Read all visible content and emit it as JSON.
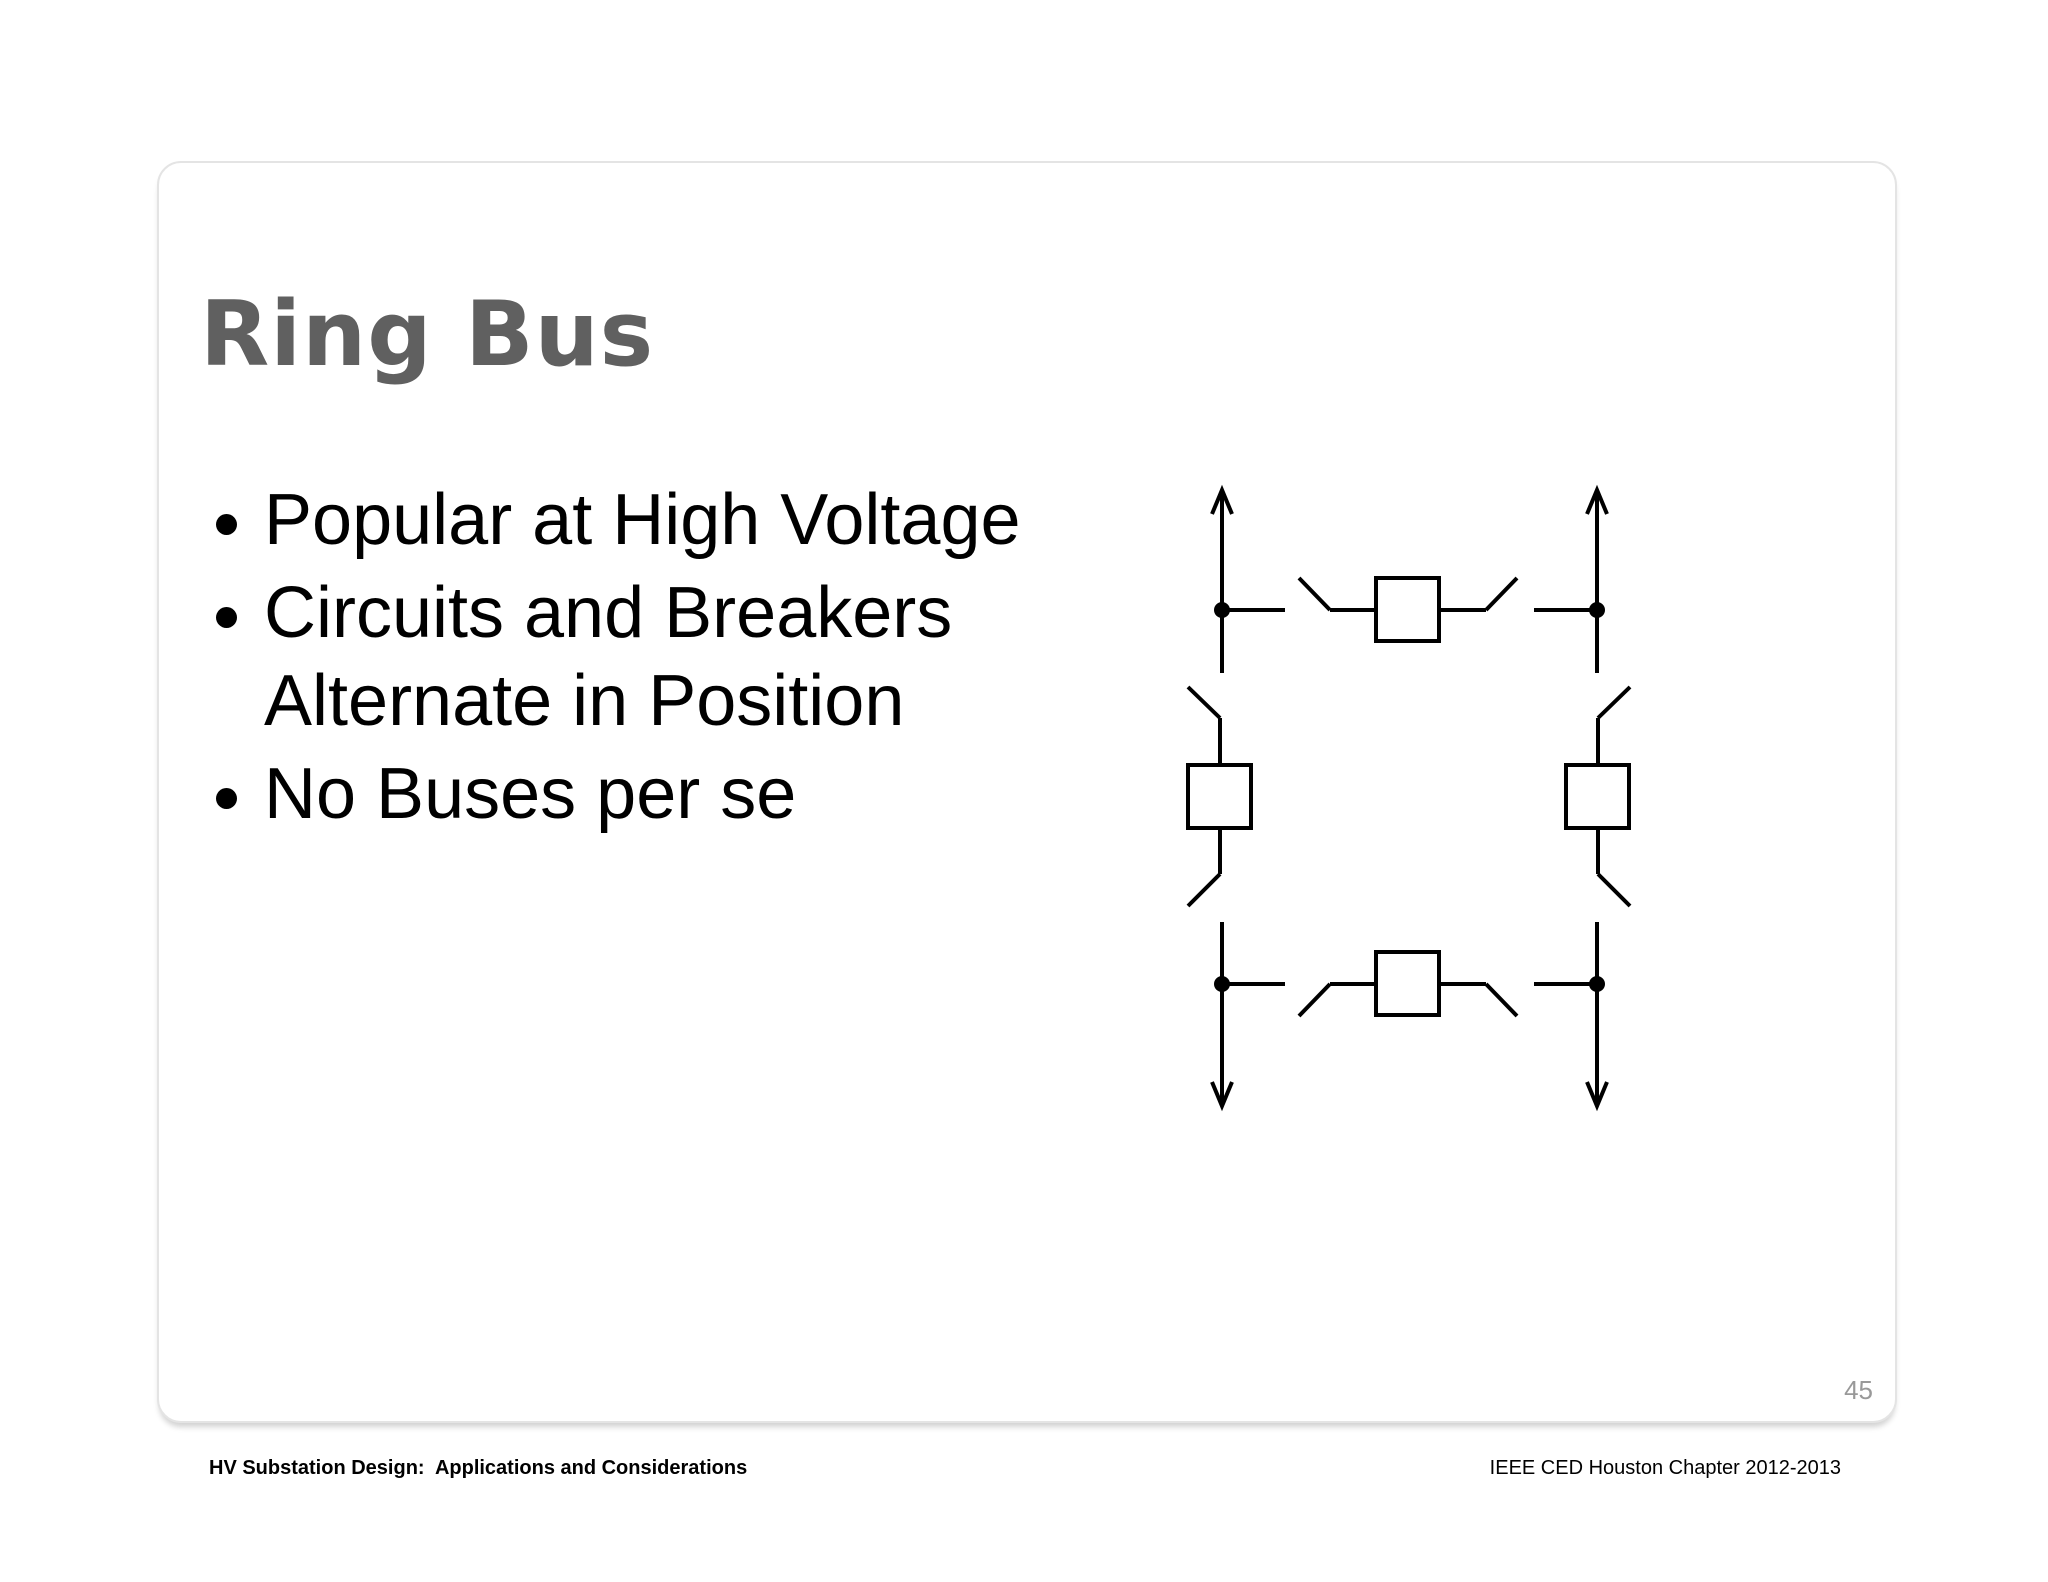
{
  "slide": {
    "title": "Ring Bus",
    "bullets": [
      "Popular at High Voltage",
      "Circuits and Breakers Alternate in Position",
      "No Buses per se"
    ],
    "page_number": "45"
  },
  "footer": {
    "left": "HV Substation Design:  Applications and Considerations",
    "right": "IEEE CED Houston Chapter 2012-2013"
  },
  "diagram": {
    "type": "ring bus single-line diagram",
    "breakers": 4,
    "circuits": 4
  }
}
